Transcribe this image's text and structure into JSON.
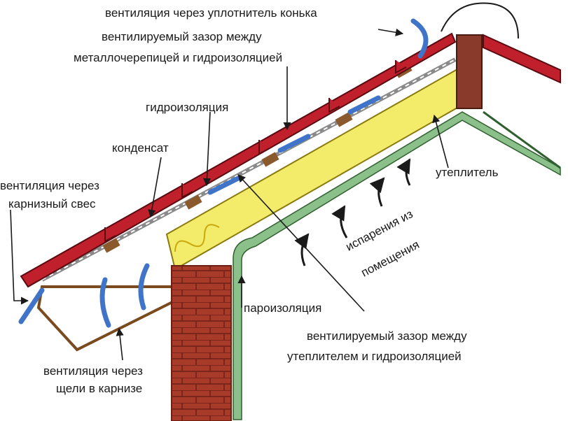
{
  "labels": {
    "ridge_vent": "вентиляция через уплотнитель конька",
    "gap_metal_line1": "вентилируемый зазор между",
    "gap_metal_line2": "металлочерепицей и гидроизоляцией",
    "waterproofing": "гидроизоляция",
    "condensate": "конденсат",
    "eave_vent_line1": "вентиляция через",
    "eave_vent_line2": "карнизный свес",
    "insulation": "утеплитель",
    "vapor_line1": "испарения из",
    "vapor_line2": "помещения",
    "vapor_barrier": "пароизоляция",
    "gap_insul_line1": "вентилируемый зазор между",
    "gap_insul_line2": "утеплителем и гидроизоляцией",
    "soffit_vent_line1": "вентиляция через",
    "soffit_vent_line2": "щели в карнизе"
  },
  "colors": {
    "tile": "#c0202c",
    "tile_dark": "#7a1018",
    "brick": "#a83a2a",
    "insulation": "#f3ec6a",
    "vapor": "#8bc08a",
    "air": "#3f74c9",
    "wood": "#8a5a2c"
  }
}
